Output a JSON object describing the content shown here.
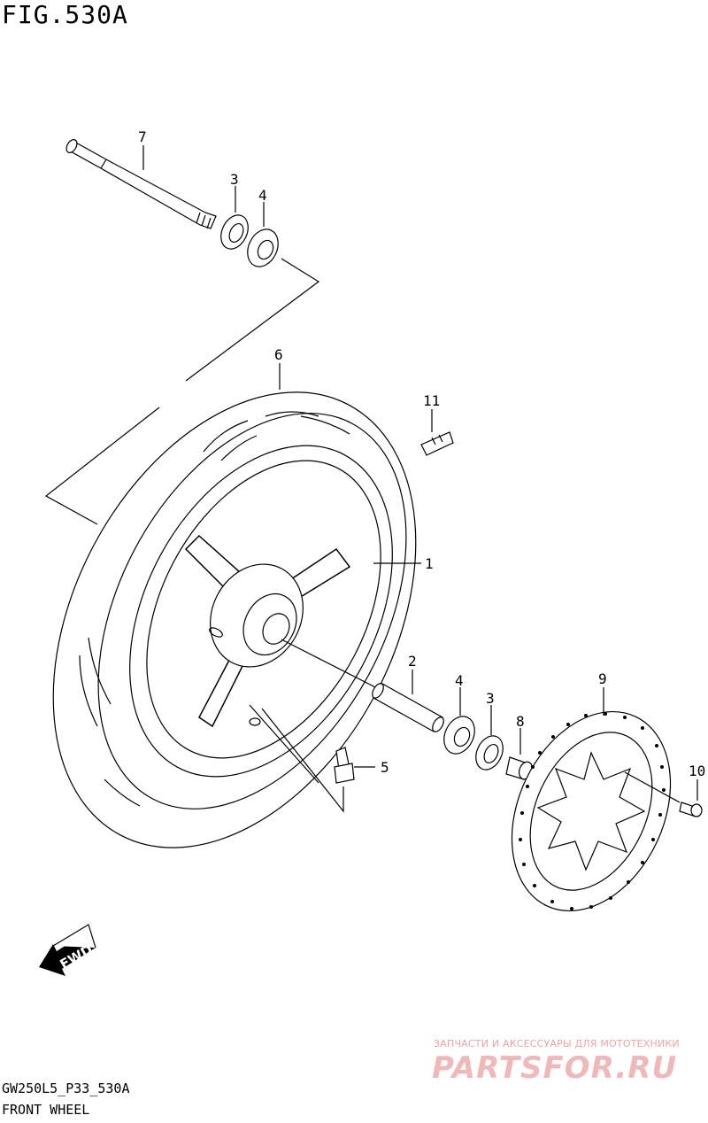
{
  "figure": {
    "title": "FIG.530A"
  },
  "footer": {
    "code": "GW250L5_P33_530A",
    "name": "FRONT WHEEL"
  },
  "fwd_label": "FWD",
  "watermark": {
    "top_line": "ЗАПЧАСТИ И АКСЕССУАРЫ ДЛЯ МОТОТЕХНИКИ",
    "logo": "PARTSFOR.RU"
  },
  "callouts": {
    "c1": "1",
    "c2": "2",
    "c3a": "3",
    "c3b": "3",
    "c4a": "4",
    "c4b": "4",
    "c5": "5",
    "c6": "6",
    "c7": "7",
    "c8": "8",
    "c9": "9",
    "c10": "10",
    "c11": "11"
  },
  "parts": [
    {
      "ref": "1",
      "name": "wheel"
    },
    {
      "ref": "2",
      "name": "spacer"
    },
    {
      "ref": "3",
      "name": "dust-seal"
    },
    {
      "ref": "4",
      "name": "bearing"
    },
    {
      "ref": "5",
      "name": "valve"
    },
    {
      "ref": "6",
      "name": "tire"
    },
    {
      "ref": "7",
      "name": "axle"
    },
    {
      "ref": "8",
      "name": "collar"
    },
    {
      "ref": "9",
      "name": "brake-disc"
    },
    {
      "ref": "10",
      "name": "disc-bolt"
    },
    {
      "ref": "11",
      "name": "balancer-weight"
    }
  ]
}
